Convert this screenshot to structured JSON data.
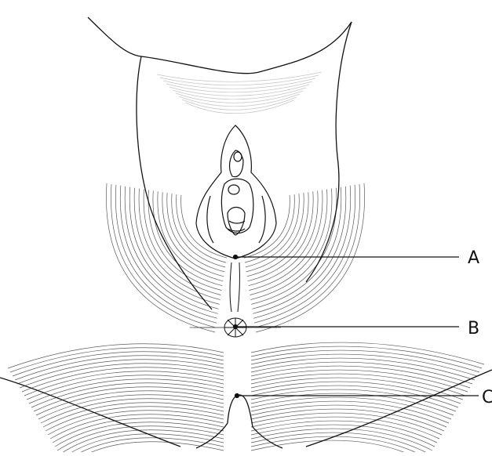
{
  "labels": {
    "a": "A",
    "b": "B",
    "c": "C"
  },
  "colors": {
    "background": "#ffffff",
    "line": "#111111"
  }
}
